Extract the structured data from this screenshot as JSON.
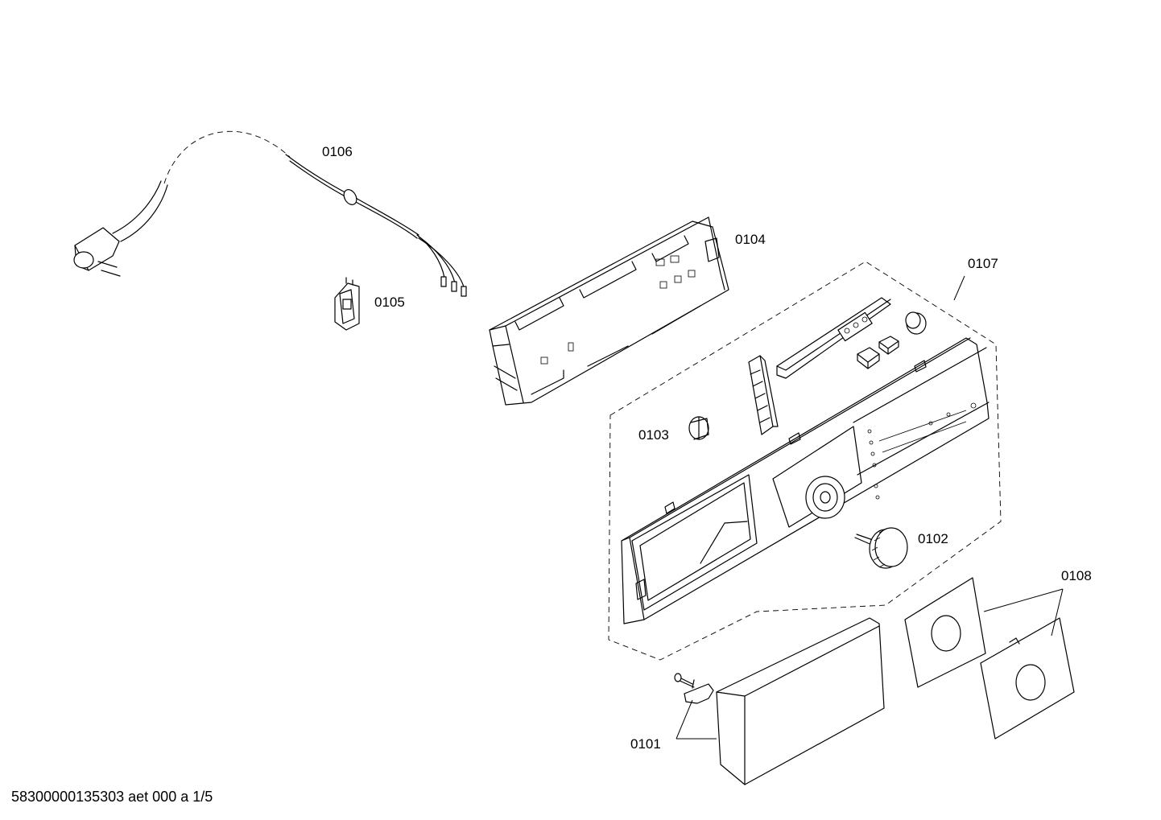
{
  "parts": [
    {
      "key": "0101",
      "label": "0101"
    },
    {
      "key": "0102",
      "label": "0102"
    },
    {
      "key": "0103",
      "label": "0103"
    },
    {
      "key": "0104",
      "label": "0104"
    },
    {
      "key": "0105",
      "label": "0105"
    },
    {
      "key": "0106",
      "label": "0106"
    },
    {
      "key": "0107",
      "label": "0107"
    },
    {
      "key": "0108",
      "label": "0108"
    }
  ],
  "footer": {
    "code": "58300000135303 aet 000 a 1/5"
  }
}
